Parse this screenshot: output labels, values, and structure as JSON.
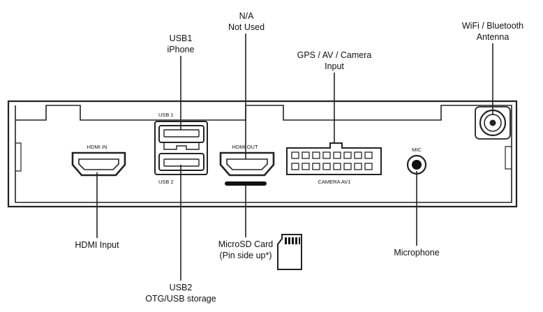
{
  "callouts": {
    "na_title": "N/A",
    "na_sub": "Not Used",
    "usb1_title": "USB1",
    "usb1_sub": "iPhone",
    "gps_title": "GPS / AV / Camera",
    "gps_sub": "Input",
    "wifi_title": "WiFi / Bluetooth",
    "wifi_sub": "Antenna",
    "hdmi_input": "HDMI Input",
    "microsd_title": "MicroSD Card",
    "microsd_sub": "(Pin side up*)",
    "microphone": "Microphone",
    "usb2_title": "USB2",
    "usb2_sub": "OTG/USB storage"
  },
  "panel": {
    "hdmi_in": "HDMI IN",
    "usb1": "USB 1",
    "usb2": "USB 2",
    "hdmi_out": "HDMI OUT",
    "camera": "CAMERA AV1",
    "mic": "MIC"
  },
  "icons": [
    "sd-card-icon",
    "antenna-connector-icon",
    "microphone-jack-icon"
  ],
  "colors": {
    "line": "#222222",
    "panel_fill": "#ffffff"
  }
}
